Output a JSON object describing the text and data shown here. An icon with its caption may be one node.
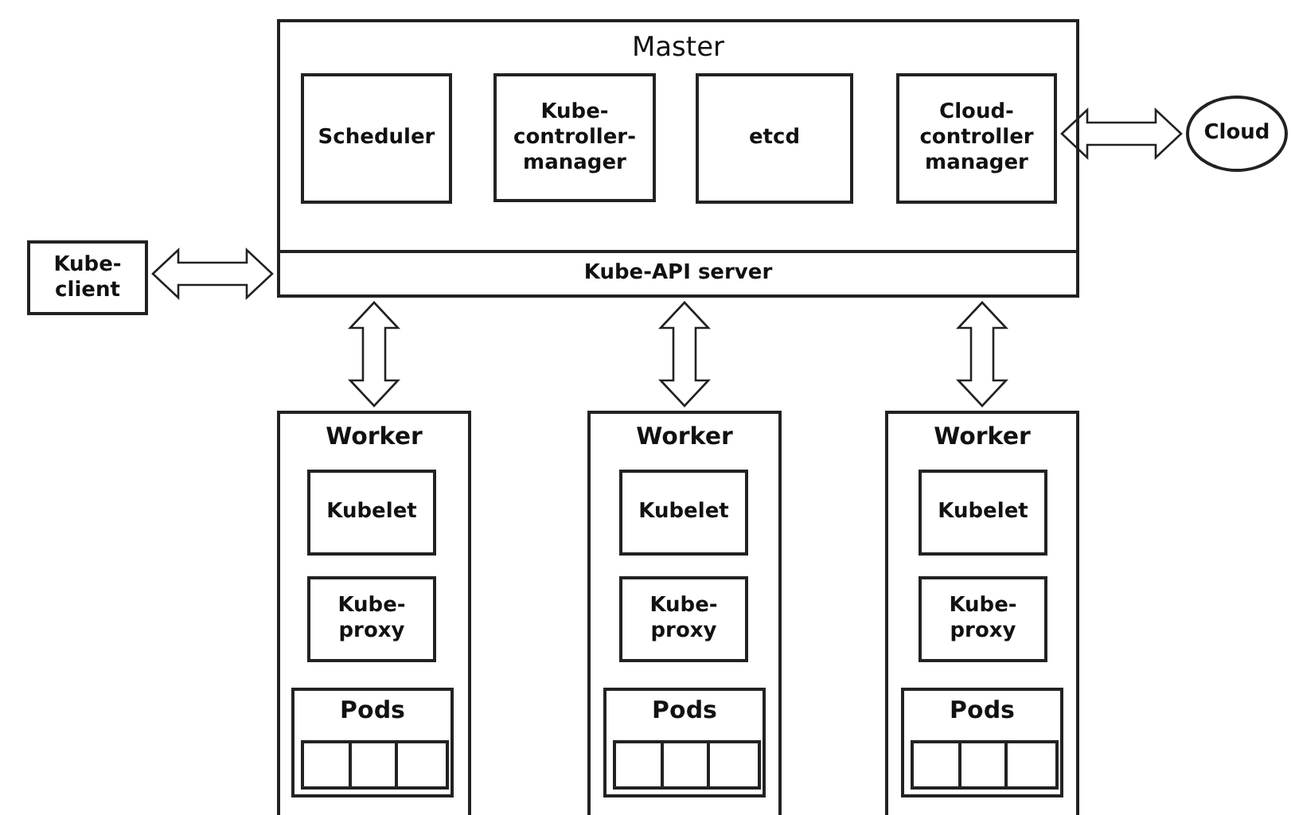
{
  "diagram": {
    "nodes": [
      {
        "text": [
          "Master"
        ]
      },
      {
        "text": [
          "Scheduler"
        ],
        "in": 0
      },
      {
        "text": [
          "Kube-controller-manager"
        ],
        "in": 0
      },
      {
        "text": [
          "etcd"
        ],
        "in": 0
      },
      {
        "text": [
          "Cloud-controller manager"
        ],
        "in": 0
      },
      {
        "text": [
          "Kube-API server"
        ],
        "in": 0
      },
      {
        "text": [
          "Cloud"
        ]
      },
      {
        "text": [
          "Kube-client"
        ]
      },
      {
        "text": [
          "Worker"
        ]
      },
      {
        "text": [
          "Kubelet"
        ],
        "in": 8
      },
      {
        "text": [
          "Kube-proxy"
        ],
        "in": 8
      },
      {
        "text": [
          "Pods"
        ],
        "in": 8
      },
      {
        "text": [],
        "shape": "box",
        "in": 11
      },
      {
        "text": [],
        "shape": "box",
        "in": 11
      },
      {
        "text": [],
        "shape": "box",
        "in": 11
      },
      {
        "text": [
          "Worker"
        ]
      },
      {
        "text": [
          "Kubelet"
        ],
        "in": 15
      },
      {
        "text": [
          "Kube-proxy"
        ],
        "in": 15
      },
      {
        "text": [
          "Pods"
        ],
        "in": 15
      },
      {
        "text": [],
        "shape": "box",
        "in": 18
      },
      {
        "text": [],
        "shape": "box",
        "in": 18
      },
      {
        "text": [],
        "shape": "box",
        "in": 18
      },
      {
        "text": [
          "Worker"
        ]
      },
      {
        "text": [
          "Kubelet"
        ],
        "in": 22
      },
      {
        "text": [
          "Kube-proxy"
        ],
        "in": 22
      },
      {
        "text": [
          "Pods"
        ],
        "in": 22
      },
      {
        "text": [],
        "shape": "box",
        "in": 25
      },
      {
        "text": [],
        "shape": "box",
        "in": 25
      },
      {
        "text": [],
        "shape": "box",
        "in": 25
      }
    ],
    "edges": [
      {
        "from": 4,
        "to": 6,
        "arrow": "both"
      },
      {
        "from": 7,
        "to": 5,
        "arrow": "both"
      },
      {
        "from": 5,
        "to": 8,
        "arrow": "both"
      },
      {
        "from": 5,
        "to": 15,
        "arrow": "both"
      },
      {
        "from": 5,
        "to": 22,
        "arrow": "both"
      }
    ]
  }
}
